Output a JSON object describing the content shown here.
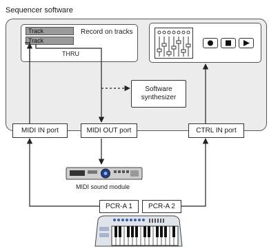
{
  "title": "Sequencer software",
  "recording_panel": {
    "tracks": [
      "Track",
      "Track"
    ],
    "record_label": "Record on tracks",
    "thru_label": "THRU"
  },
  "transport_icons": [
    "record-icon",
    "stop-icon",
    "play-icon"
  ],
  "software_synth": {
    "line1": "Software",
    "line2": "synthesizer"
  },
  "ports": {
    "midi_in": "MIDI IN port",
    "midi_out": "MIDI OUT port",
    "ctrl_in": "CTRL IN port"
  },
  "sound_module": {
    "label": "MIDI sound module"
  },
  "keyboard_ports": {
    "pcr_a1": "PCR-A 1",
    "pcr_a2": "PCR-A 2"
  },
  "colors": {
    "frame_bg": "#ececec",
    "track_bar": "#9a9a9a",
    "line": "#333333"
  }
}
